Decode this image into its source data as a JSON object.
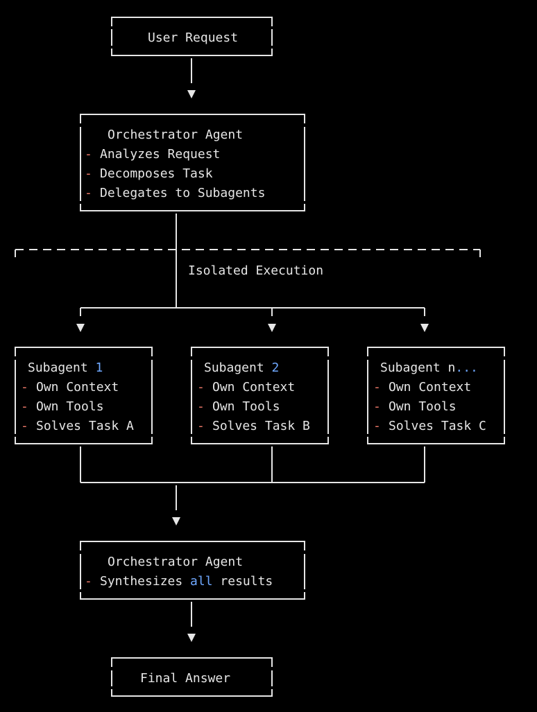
{
  "colors": {
    "background": "#000000",
    "text": "#e6e6e6",
    "bullet": "#f07a6a",
    "highlight": "#6fa8ff"
  },
  "user_request": "User Request",
  "orchestrator_top": {
    "title": "Orchestrator Agent",
    "items": [
      "Analyzes Request",
      "Decomposes Task",
      "Delegates to Subagents"
    ]
  },
  "isolated_label": "Isolated Execution",
  "subagents": [
    {
      "name": "Subagent ",
      "suffix": "1",
      "items": [
        "Own Context",
        "Own Tools",
        "Solves Task A"
      ]
    },
    {
      "name": "Subagent ",
      "suffix": "2",
      "items": [
        "Own Context",
        "Own Tools",
        "Solves Task B"
      ]
    },
    {
      "name": "Subagent n",
      "suffix": "...",
      "items": [
        "Own Context",
        "Own Tools",
        "Solves Task C"
      ]
    }
  ],
  "orchestrator_bottom": {
    "title": "Orchestrator Agent",
    "item_pre": "Synthesizes ",
    "item_hl": "all",
    "item_post": " results"
  },
  "final_answer": "Final Answer",
  "bullet": "-"
}
